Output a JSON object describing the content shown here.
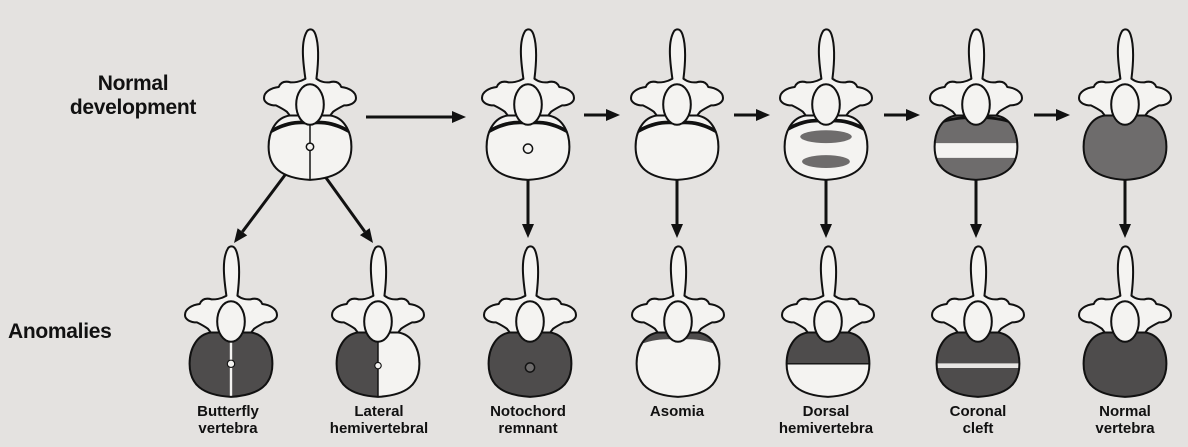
{
  "labels": {
    "normal_line1": "Normal",
    "normal_line2": "development",
    "anomalies": "Anomalies"
  },
  "anomaly_captions": [
    {
      "line1": "Butterfly",
      "line2": "vertebra"
    },
    {
      "line1": "Lateral",
      "line2": "hemivertebral"
    },
    {
      "line1": "Notochord",
      "line2": "remnant"
    },
    {
      "line1": "Asomia",
      "line2": ""
    },
    {
      "line1": "Dorsal",
      "line2": "hemivertebra"
    },
    {
      "line1": "Coronal",
      "line2": "cleft"
    },
    {
      "line1": "Normal",
      "line2": "vertebra"
    }
  ],
  "colors": {
    "background": "#e4e2e0",
    "outline": "#111111",
    "dark_fill": "#4e4c4c",
    "medium_fill": "#6e6c6c",
    "light_fill": "#f4f3f1",
    "cleft_line": "#e8e6e4"
  }
}
